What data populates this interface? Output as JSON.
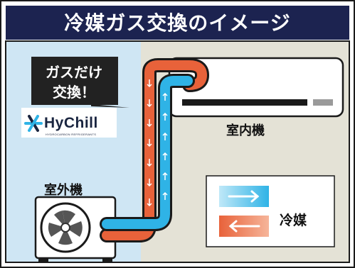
{
  "title": "冷媒ガス交換のイメージ",
  "bubble": {
    "line1": "ガスだけ",
    "line2": "交換！"
  },
  "logo": {
    "brand": "HyChill",
    "tagline": "HYDROCARBON REFRIGERANTS",
    "icon": "snowflake-icon"
  },
  "indoor_unit": {
    "label": "室内機"
  },
  "outdoor_unit": {
    "label": "室外機"
  },
  "legend": {
    "label": "冷媒",
    "items": [
      {
        "direction": "right",
        "color": "#2fb3e6",
        "icon": "arrow-right-icon"
      },
      {
        "direction": "left",
        "color": "#e8623a",
        "icon": "arrow-left-icon"
      }
    ]
  },
  "colors": {
    "title_bg": "#1c2350",
    "outdoor_bg": "#cfe6f4",
    "indoor_bg": "#e4e2d6",
    "pipe_hot": "#e8623a",
    "pipe_cold": "#2fb3e6",
    "border": "#1a1a1a"
  }
}
